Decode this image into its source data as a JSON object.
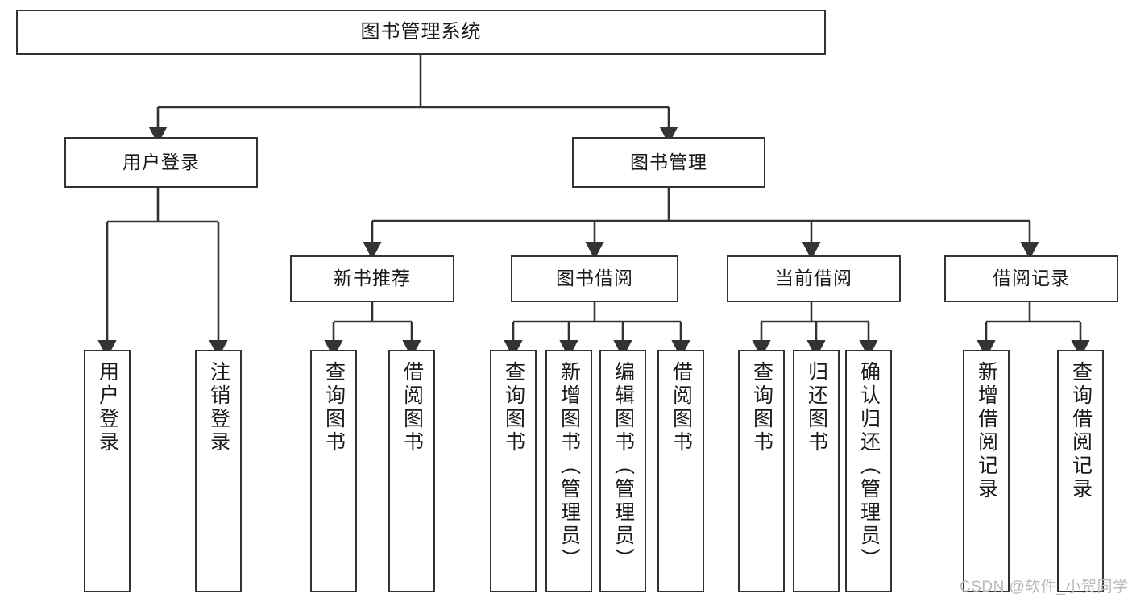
{
  "diagram": {
    "title": "图书管理系统",
    "type": "hierarchy-tree",
    "root": {
      "label": "图书管理系统"
    },
    "level2": [
      {
        "label": "用户登录"
      },
      {
        "label": "图书管理"
      }
    ],
    "level3": [
      {
        "label": "新书推荐"
      },
      {
        "label": "图书借阅"
      },
      {
        "label": "当前借阅"
      },
      {
        "label": "借阅记录"
      }
    ],
    "leaves": {
      "user_login": [
        {
          "label": "用户登录"
        },
        {
          "label": "注销登录"
        }
      ],
      "new_book_recommend": [
        {
          "label": "查询图书"
        },
        {
          "label": "借阅图书"
        }
      ],
      "book_borrow": [
        {
          "label": "查询图书"
        },
        {
          "label": "新增图书（管理员）"
        },
        {
          "label": "编辑图书（管理员）"
        },
        {
          "label": "借阅图书"
        }
      ],
      "current_borrow": [
        {
          "label": "查询图书"
        },
        {
          "label": "归还图书"
        },
        {
          "label": "确认归还（管理员）"
        }
      ],
      "borrow_record": [
        {
          "label": "新增借阅记录"
        },
        {
          "label": "查询借阅记录"
        }
      ]
    }
  },
  "watermark": {
    "text": "CSDN @软件_小贺同学"
  },
  "colors": {
    "border": "#333333",
    "text": "#1a1a1a",
    "background": "#ffffff",
    "watermark": "#b9b9b9"
  }
}
